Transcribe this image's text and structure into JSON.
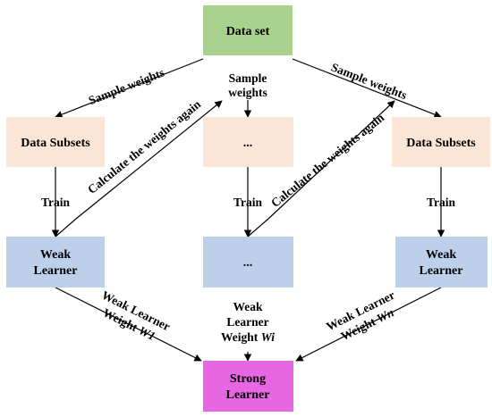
{
  "colors": {
    "dataset_fill": "#a9d18e",
    "subset_fill": "#fbe5d6",
    "learner_fill": "#bdd0ea",
    "strong_fill": "#e766e1",
    "line": "#000000"
  },
  "nodes": {
    "dataset": "Data set",
    "subset_left": "Data Subsets",
    "subset_mid": "...",
    "subset_right": "Data Subsets",
    "learner_left": [
      "Weak",
      "Learner"
    ],
    "learner_mid": "...",
    "learner_right": [
      "Weak",
      "Learner"
    ],
    "strong": [
      "Strong",
      "Learner"
    ]
  },
  "edge_labels": {
    "sample_weights_left": "Sample weights",
    "sample_weights_mid": [
      "Sample",
      "weights"
    ],
    "sample_weights_right": "Sample weights",
    "calc_again_left": "Calculate the weights again",
    "calc_again_mid": "Calculate the weights again",
    "train_left": "Train",
    "train_mid": "Train",
    "train_right": "Train",
    "weight_left": {
      "line1": "Weak Learner",
      "line2_prefix": "Weight ",
      "line2_var": "W1"
    },
    "weight_mid": {
      "line1": "Weak",
      "line2": "Learner",
      "line3_prefix": "Weight ",
      "line3_var": "Wi"
    },
    "weight_right": {
      "line1": "Weak Learner",
      "line2_prefix": "Weight ",
      "line2_var": "Wn"
    }
  }
}
